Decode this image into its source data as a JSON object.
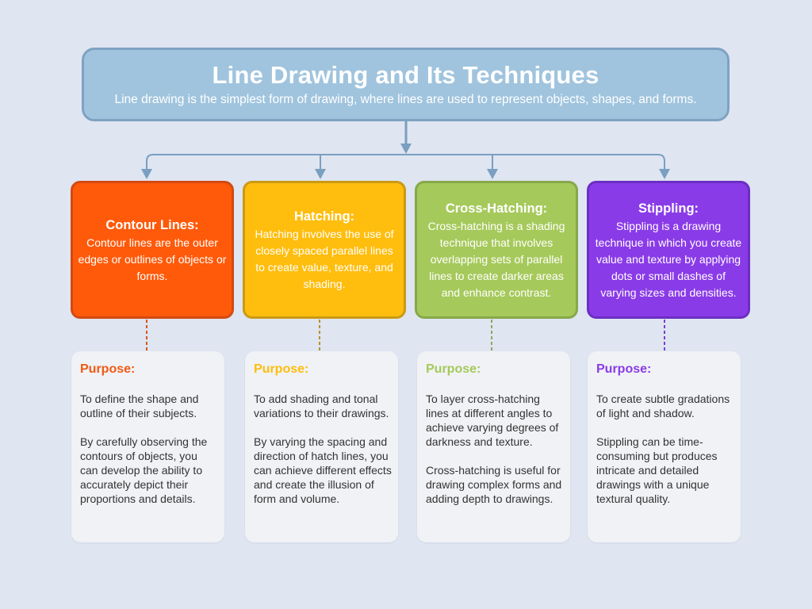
{
  "header": {
    "title": "Line Drawing and Its Techniques",
    "subtitle": "Line drawing is the simplest form of drawing, where lines are used to represent objects, shapes, and forms."
  },
  "techniques": [
    {
      "title": "Contour Lines:",
      "description": "Contour lines are the outer edges or outlines of objects or forms.",
      "color": "#ff5a0a",
      "border": "#d24a12",
      "purpose_heading": "Purpose:",
      "purpose": [
        "To define the shape and outline of their subjects.",
        "By carefully observing the contours of objects, you can develop the ability to accurately depict their proportions and details."
      ]
    },
    {
      "title": "Hatching:",
      "description": "Hatching involves the use of closely spaced parallel lines to create value, texture, and shading.",
      "color": "#ffbd0d",
      "border": "#c99a14",
      "purpose_heading": "Purpose:",
      "purpose": [
        "To add shading and tonal variations to their drawings.",
        "By varying the spacing and direction of hatch lines, you can achieve different effects and create the illusion of form and volume."
      ]
    },
    {
      "title": "Cross-Hatching:",
      "description": "Cross-hatching is a shading technique that involves overlapping sets of parallel lines to create darker areas and enhance contrast.",
      "color": "#a6c95b",
      "border": "#87a84a",
      "purpose_heading": "Purpose:",
      "purpose": [
        "To layer cross-hatching lines at different angles to achieve varying degrees of darkness and texture.",
        "Cross-hatching is useful for drawing complex forms and adding depth to drawings."
      ]
    },
    {
      "title": "Stippling:",
      "description": "Stippling is a drawing technique in which you create value and texture by applying dots or small dashes of varying sizes and densities.",
      "color": "#8a3be8",
      "border": "#6c2ec4",
      "purpose_heading": "Purpose:",
      "purpose": [
        "To create subtle gradations of light and shadow.",
        "Stippling can be time-consuming but produces intricate and detailed drawings with a unique textural quality."
      ]
    }
  ]
}
